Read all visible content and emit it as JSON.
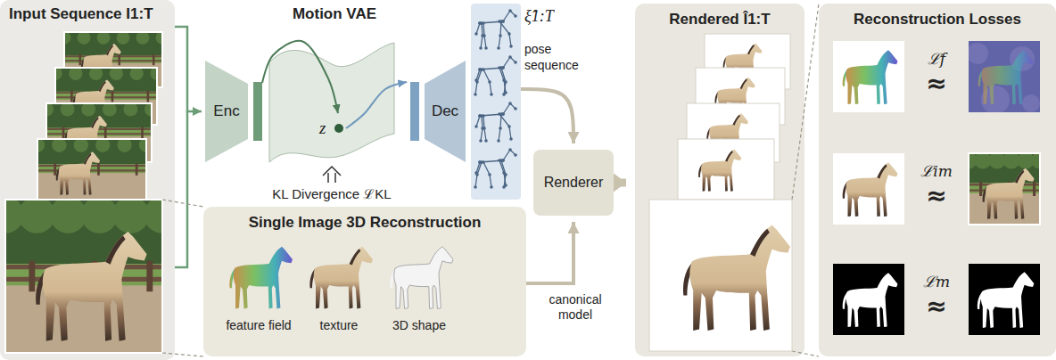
{
  "diagram": {
    "nodes": [
      {
        "text": [
          "Input Sequence I1:T"
        ]
      },
      {
        "text": [
          "Enc"
        ]
      },
      {
        "text": [
          "z"
        ]
      },
      {
        "text": [
          "Dec"
        ]
      },
      {
        "text": [
          "ξ̂1:T",
          "pose sequence"
        ]
      },
      {
        "text": [
          "Renderer"
        ]
      },
      {
        "text": [
          "Single Image 3D Reconstruction"
        ]
      },
      {
        "text": [
          "Rendered Î1:T"
        ]
      },
      {
        "text": [
          "Reconstruction Losses"
        ]
      }
    ],
    "edges": [
      {
        "from": 0,
        "to": 1,
        "arrow": "to"
      },
      {
        "from": 1,
        "to": 2,
        "arrow": "to"
      },
      {
        "from": 2,
        "to": 3,
        "arrow": "to"
      },
      {
        "from": 4,
        "to": 5,
        "arrow": "to"
      },
      {
        "from": 6,
        "to": 5,
        "arrow": "to"
      },
      {
        "from": 5,
        "to": 7,
        "arrow": "to"
      }
    ],
    "labels": [
      "Motion VAE",
      "KL Divergence ℒKL",
      "feature field",
      "texture",
      "3D shape",
      "canonical model",
      "ℒf",
      "≈",
      "ℒim",
      "≈",
      "ℒm",
      "≈"
    ]
  }
}
